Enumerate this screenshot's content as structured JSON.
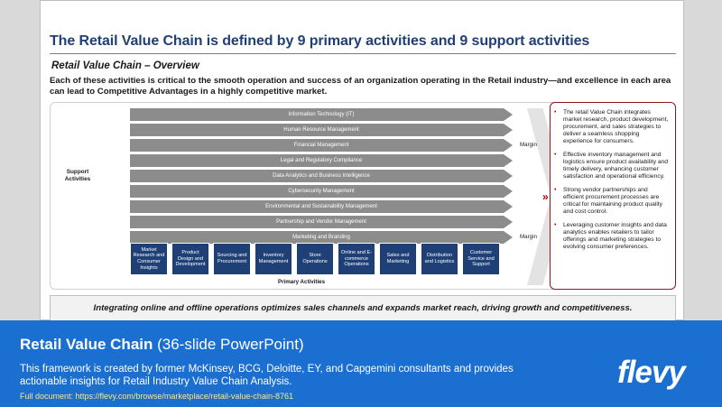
{
  "slide": {
    "title": "The Retail Value Chain is defined by 9 primary activities and 9 support activities",
    "subtitle": "Retail Value Chain – Overview",
    "description": "Each of these activities is critical to the smooth operation and success of an organization operating in the Retail industry—and excellence in each area can lead to Competitive Advantages in a highly competitive market."
  },
  "diagram": {
    "support_label": "Support Activities",
    "support_activities": [
      "Information Technology (IT)",
      "Human Resource Management",
      "Financial Management",
      "Legal and Regulatory Compliance",
      "Data Analytics and Business Intelligence",
      "Cybersecurity Management",
      "Environmental and Sustainability Management",
      "Partnership and Vendor Management",
      "Marketing and Branding"
    ],
    "margin_top": "Margin",
    "margin_bottom": "Margin",
    "primary_label": "Primary Activities",
    "primary_activities": [
      "Market Research and Consumer Insights",
      "Product Design and Development",
      "Sourcing and Procurement",
      "Inventory Management",
      "Store Operations",
      "Online and E-commerce Operations",
      "Sales and Marketing",
      "Distribution and Logistics",
      "Customer Service and Support"
    ]
  },
  "notes": [
    "The retail Value Chain integrates market research, product development, procurement, and sales strategies to deliver a seamless shopping experience for consumers.",
    "Effective inventory management and logistics ensure product availability and timely delivery, enhancing customer satisfaction and operational efficiency.",
    "Strong vendor partnerships and efficient procurement processes are critical for maintaining product quality and cost control.",
    "Leveraging customer insights and data analytics enables retailers to tailor offerings and marketing strategies to evolving consumer preferences."
  ],
  "banner": "Integrating online and offline operations optimizes sales channels and expands market reach, driving growth and competitiveness.",
  "footer": {
    "title_strong": "Retail Value Chain",
    "title_rest": " (36-slide PowerPoint)",
    "description": "This framework is created by former McKinsey, BCG, Deloitte, EY, and Capgemini consultants and provides actionable insights for Retail Industry Value Chain Analysis.",
    "link": "Full document: https://flevy.com/browse/marketplace/retail-value-chain-8761",
    "logo": "flevy"
  },
  "colors": {
    "title_blue": "#1f3f77",
    "support_bar": "#8c8c8c",
    "primary_box": "#1f3f77",
    "accent_red": "#c00000",
    "footer_blue": "#1a6fd1"
  }
}
